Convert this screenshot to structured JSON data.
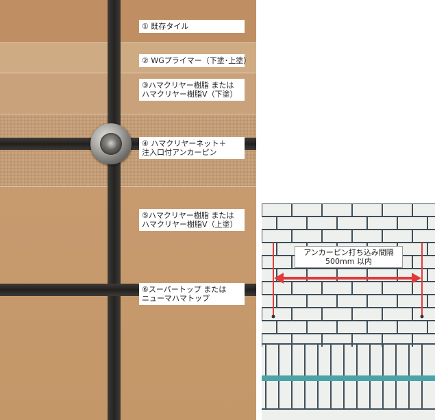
{
  "layer_labels": [
    {
      "lines": [
        "① 既存タイル"
      ]
    },
    {
      "lines": [
        "② WGプライマー（下塗･上塗）"
      ]
    },
    {
      "lines": [
        "③ハマクリヤー樹脂 または",
        "ハマクリヤー樹脂Ⅴ（下塗）"
      ]
    },
    {
      "lines": [
        "④ ハマクリヤーネット＋",
        "注入口付アンカーピン"
      ]
    },
    {
      "lines": [
        "⑤ハマクリヤー樹脂 または",
        "ハマクリヤー樹脂Ⅴ（上塗）"
      ]
    },
    {
      "lines": [
        "⑥スーパートップ または",
        "ニューマハマトップ"
      ]
    }
  ],
  "anchor_spacing": {
    "lines": [
      "アンカーピン打ち込み間隔",
      "500mm 以内"
    ]
  },
  "colors": {
    "tile_beige": "#c49769",
    "joint_dark": "#2a2725",
    "marker_red": "#e23a3a",
    "grout_teal": "#4aa3a6"
  }
}
